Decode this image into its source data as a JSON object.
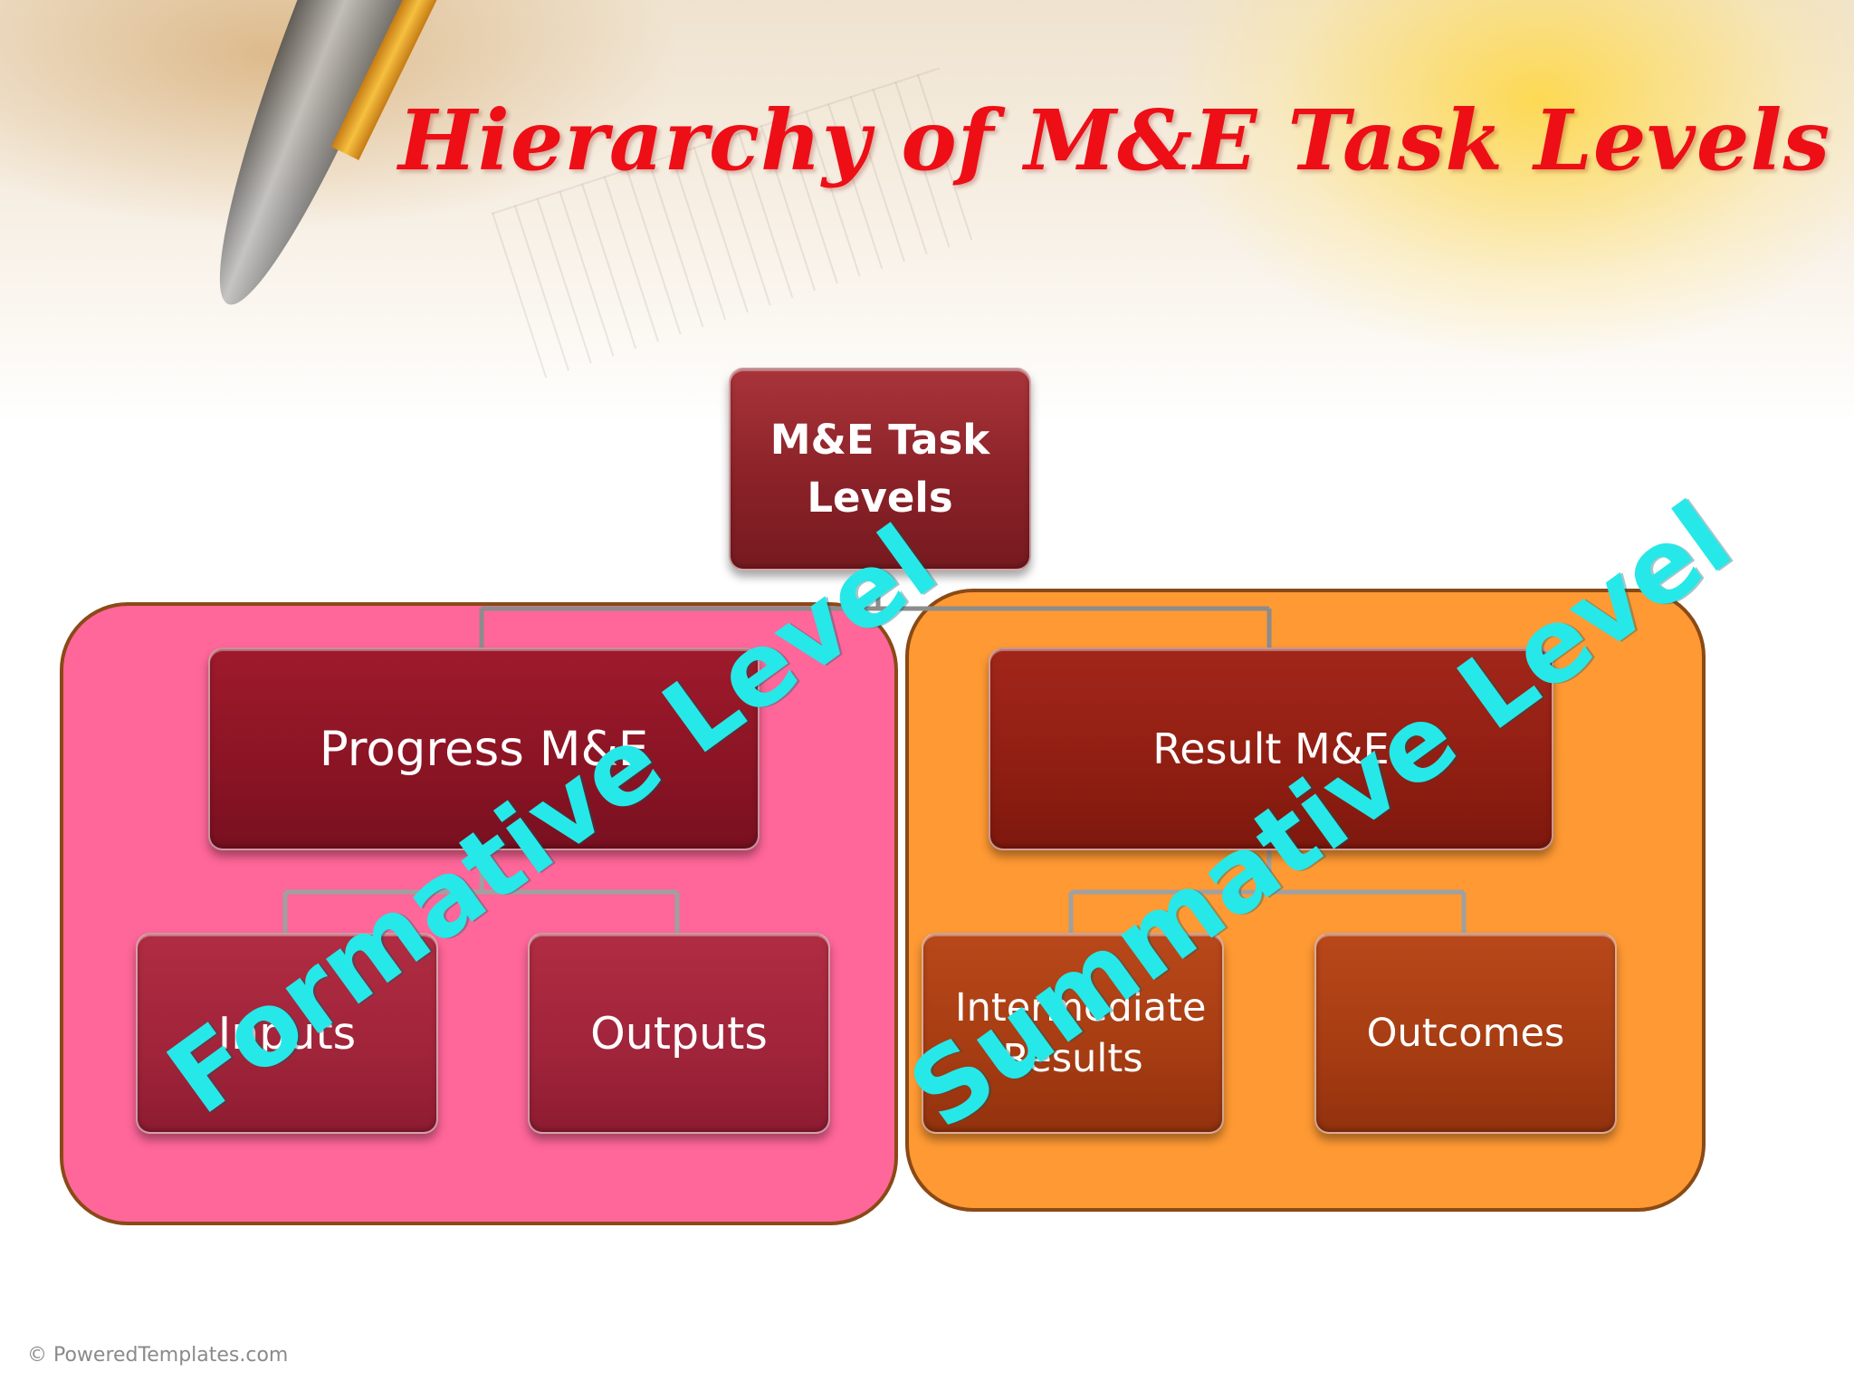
{
  "slide": {
    "title": "Hierarchy of M&E Task Levels",
    "footer": "© PoweredTemplates.com"
  },
  "diagram": {
    "root": "M&E Task Levels",
    "groups": [
      {
        "label": "Formative Level",
        "color": "#ff6699",
        "parent": "Progress M&E",
        "children": [
          "Inputs",
          "Outputs"
        ]
      },
      {
        "label": "Summative Level",
        "color": "#ff9933",
        "parent": "Result M&E",
        "children": [
          "Intermediate Results",
          "Outcomes"
        ]
      }
    ]
  },
  "colors": {
    "title": "#ee0e16",
    "overlay_label": "#26e8e8",
    "connector": "#8c8c8c"
  }
}
